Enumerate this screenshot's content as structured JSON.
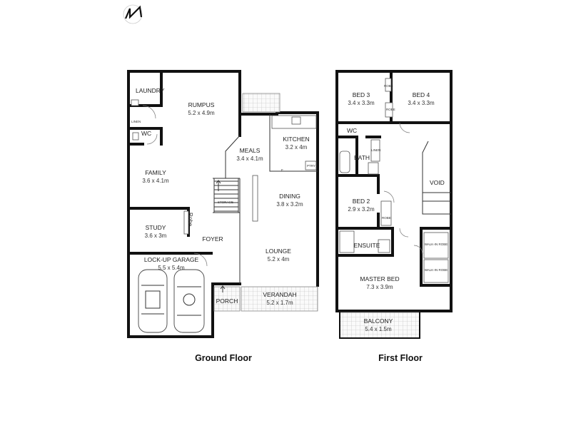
{
  "floors": {
    "ground": {
      "title": "Ground Floor"
    },
    "first": {
      "title": "First Floor"
    }
  },
  "rooms": {
    "laundry": {
      "name": "LAUNDRY"
    },
    "rumpus": {
      "name": "RUMPUS",
      "size": "5.2 x 4.9m"
    },
    "linen_ground": {
      "name": "LINEN"
    },
    "wc_ground": {
      "name": "WC"
    },
    "meals": {
      "name": "MEALS",
      "size": "3.4 x 4.1m"
    },
    "kitchen": {
      "name": "KITCHEN",
      "size": "3.2 x 4m"
    },
    "fridge": {
      "name": "F"
    },
    "pantry": {
      "name": "PTRY"
    },
    "family": {
      "name": "FAMILY",
      "size": "3.6 x 4.1m"
    },
    "storage": {
      "name": "STORAGE"
    },
    "dining": {
      "name": "DINING",
      "size": "3.8 x 3.2m"
    },
    "study": {
      "name": "STUDY",
      "size": "3.6 x 3m"
    },
    "robe_ground": {
      "name": "Robe"
    },
    "foyer": {
      "name": "FOYER"
    },
    "lounge": {
      "name": "LOUNGE",
      "size": "5.2 x 4m"
    },
    "garage": {
      "name": "LOCK-UP GARAGE",
      "size": "5.5 x 5.4m"
    },
    "porch": {
      "name": "PORCH"
    },
    "verandah": {
      "name": "VERANDAH",
      "size": "5.2 x 1.7m"
    },
    "bed3": {
      "name": "BED 3",
      "size": "3.4 x 3.3m"
    },
    "bed4": {
      "name": "BED 4",
      "size": "3.4 x 3.3m"
    },
    "robe_b3": {
      "name": "ROBE"
    },
    "robe_b4": {
      "name": "ROBE"
    },
    "wc_first": {
      "name": "WC"
    },
    "bath": {
      "name": "BATH"
    },
    "linen_first": {
      "name": "LINEN"
    },
    "void": {
      "name": "VOID"
    },
    "bed2": {
      "name": "BED 2",
      "size": "2.9 x 3.2m"
    },
    "robe_b2": {
      "name": "ROBE"
    },
    "ensuite": {
      "name": "ENSUITE"
    },
    "walkin1": {
      "name": "WALK-IN ROBE"
    },
    "walkin2": {
      "name": "WALK-IN ROBE"
    },
    "master": {
      "name": "MASTER BED",
      "size": "7.3 x 3.9m"
    },
    "balcony": {
      "name": "BALCONY",
      "size": "5.4 x 1.5m"
    }
  }
}
